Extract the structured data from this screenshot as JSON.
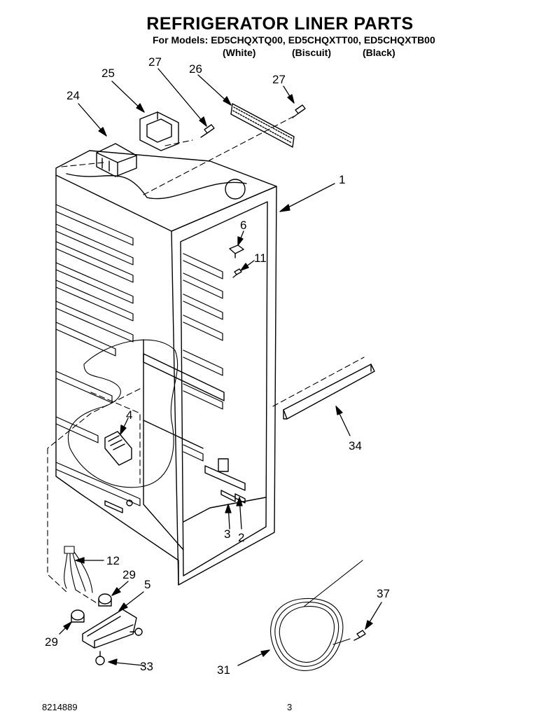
{
  "header": {
    "title": "REFRIGERATOR LINER PARTS",
    "models_line": "For Models: ED5CHQXTQ00, ED5CHQXTT00, ED5CHQXTB00",
    "colors": [
      "(White)",
      "(Biscuit)",
      "(Black)"
    ]
  },
  "callouts": [
    "1",
    "2",
    "3",
    "4",
    "5",
    "6",
    "11",
    "12",
    "24",
    "25",
    "26",
    "27",
    "27",
    "29",
    "29",
    "31",
    "33",
    "34",
    "37"
  ],
  "footer": {
    "doc_number": "8214889",
    "page_number": "3"
  }
}
